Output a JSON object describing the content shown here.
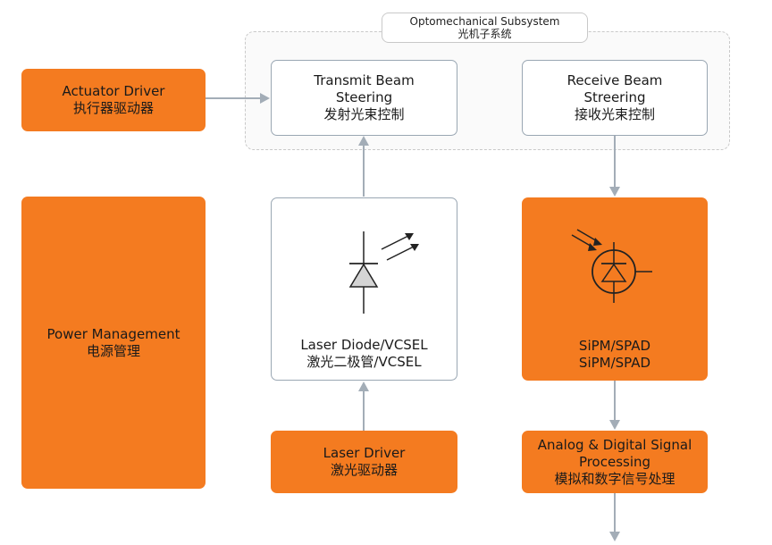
{
  "subsystem": {
    "title_en": "Optomechanical Subsystem",
    "title_zh": "光机子系统"
  },
  "actuator": {
    "en": "Actuator Driver",
    "zh": "执行器驱动器"
  },
  "transmit": {
    "en1": "Transmit Beam",
    "en2": "Steering",
    "zh": "发射光束控制"
  },
  "receive": {
    "en1": "Receive Beam",
    "en2": "Streering",
    "zh": "接收光束控制"
  },
  "power": {
    "en": "Power Management",
    "zh": "电源管理"
  },
  "laser_diode": {
    "en": "Laser Diode/VCSEL",
    "zh": "激光二极管/VCSEL"
  },
  "sipm": {
    "en": "SiPM/SPAD",
    "zh": "SiPM/SPAD"
  },
  "laser_driver": {
    "en": "Laser Driver",
    "zh": "激光驱动器"
  },
  "signal": {
    "en1": "Analog & Digital Signal",
    "en2": "Processing",
    "zh": "模拟和数字信号处理"
  },
  "colors": {
    "orange": "#F47B20",
    "border": "#9aa7b3",
    "arrow": "#a3adb7"
  }
}
